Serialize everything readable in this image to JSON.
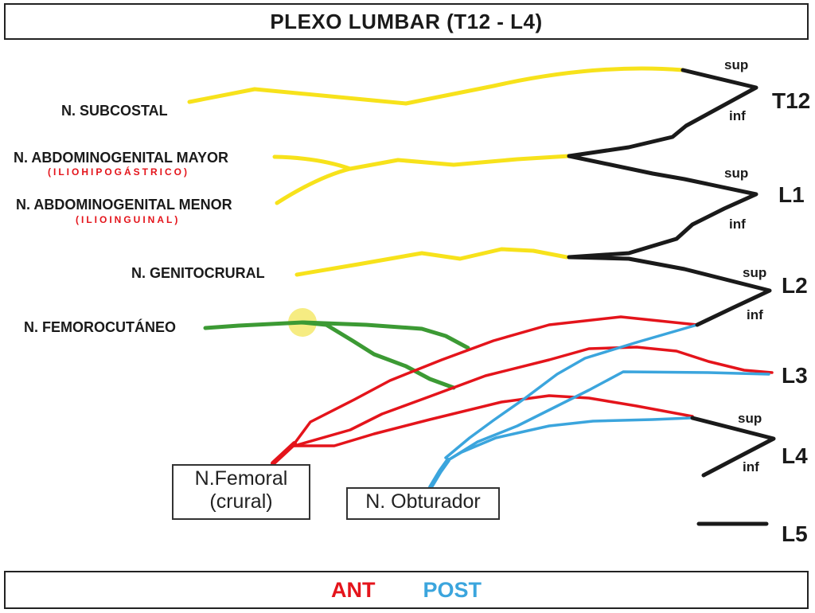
{
  "title": "PLEXO LUMBAR (T12 - L4)",
  "colors": {
    "anterior": "#e4141b",
    "posterior": "#3ba5dd",
    "sensory": "#f7e21b",
    "cutaneous": "#3c9a34",
    "root": "#1a1a1a",
    "highlight": "#f5ea74"
  },
  "nerves": {
    "subcostal": "N. SUBCOSTAL",
    "abdominogenital_mayor": "N. ABDOMINOGENITAL MAYOR",
    "abdominogenital_mayor_alt": "(ILIOHIPOGÁSTRICO)",
    "abdominogenital_menor": "N. ABDOMINOGENITAL MENOR",
    "abdominogenital_menor_alt": "(ILIOINGUINAL)",
    "genitocrural": "N. GENITOCRURAL",
    "femorocutaneo": "N. FEMOROCUTÁNEO"
  },
  "roots": [
    "T12",
    "L1",
    "L2",
    "L3",
    "L4",
    "L5"
  ],
  "divisions": {
    "sup": "sup",
    "inf": "inf"
  },
  "branches": {
    "femoral_line1": "N.Femoral",
    "femoral_line2": "(crural)",
    "obturador": "N. Obturador"
  },
  "legend": {
    "ant": "ANT",
    "post": "POST"
  }
}
